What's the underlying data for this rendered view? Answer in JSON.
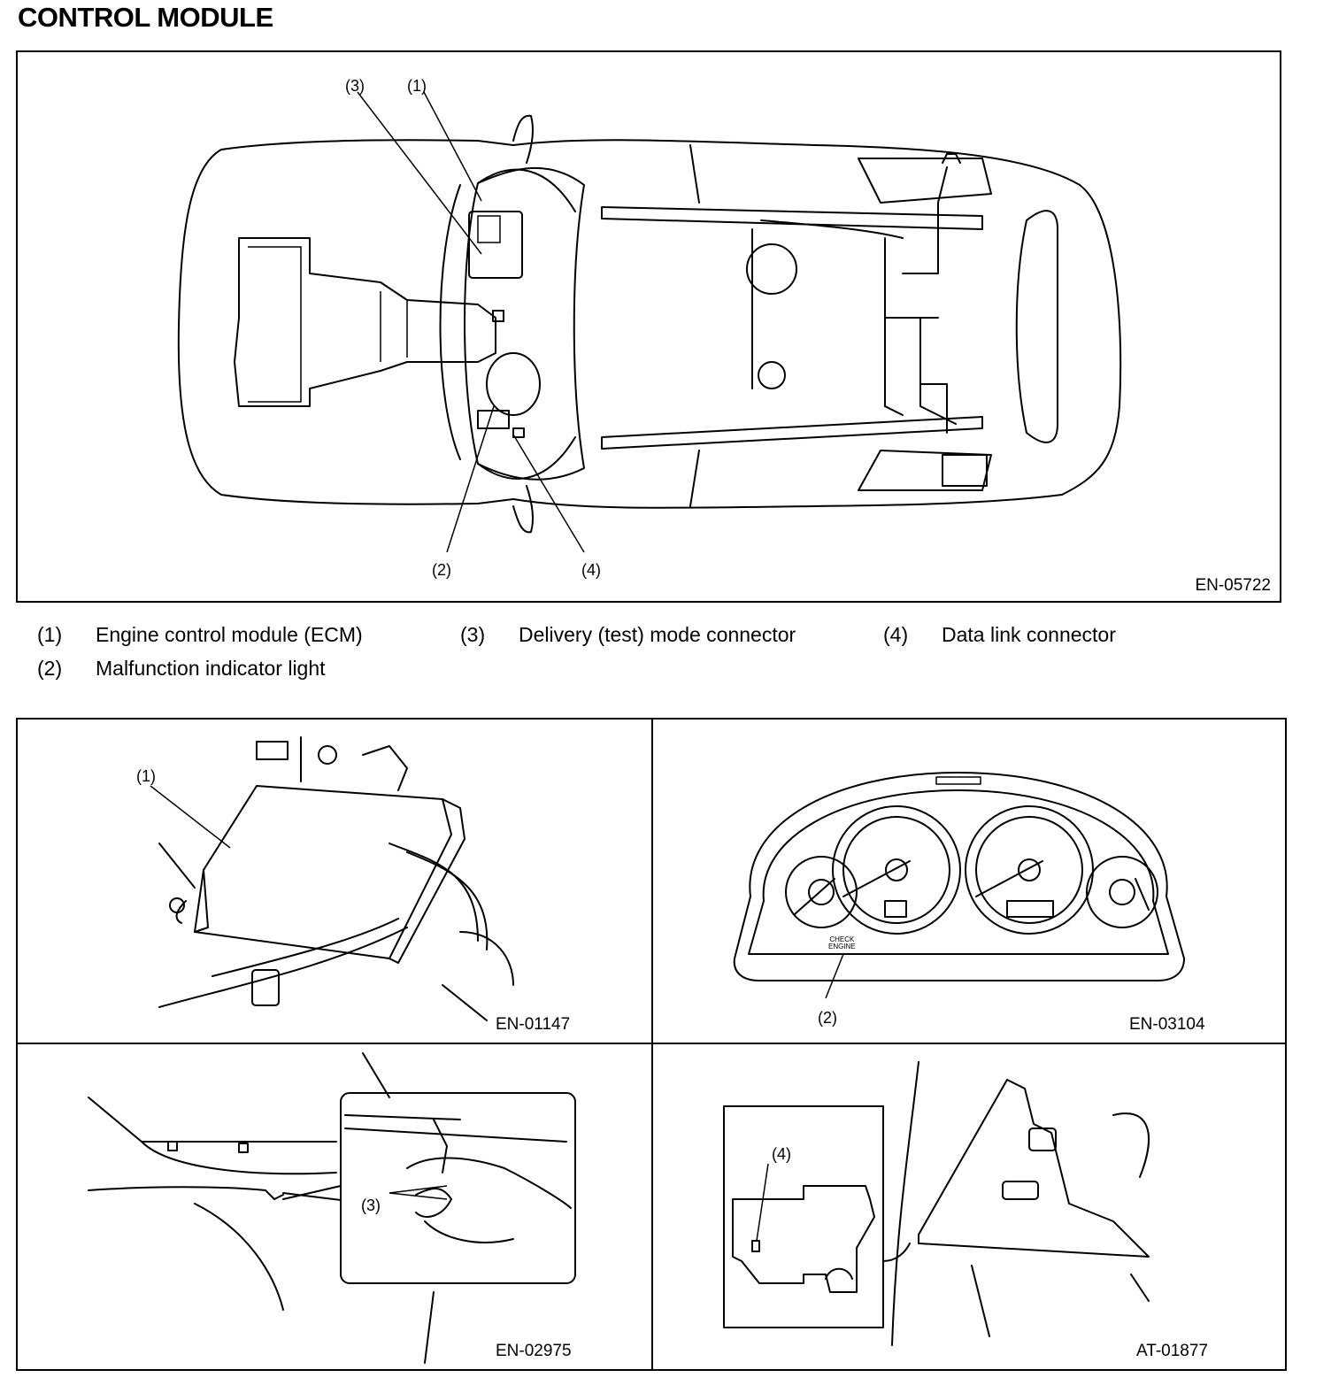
{
  "title": "CONTROL MODULE",
  "main_figure": {
    "figure_id": "EN-05722",
    "callouts": [
      "(3)",
      "(1)",
      "(2)",
      "(4)"
    ]
  },
  "legend": [
    {
      "num": "(1)",
      "text": "Engine control module (ECM)"
    },
    {
      "num": "(3)",
      "text": "Delivery (test) mode connector"
    },
    {
      "num": "(4)",
      "text": "Data link connector"
    },
    {
      "num": "(2)",
      "text": "Malfunction indicator light"
    }
  ],
  "panels": [
    {
      "figure_id": "EN-01147",
      "callout": "(1)"
    },
    {
      "figure_id": "EN-03104",
      "callout": "(2)",
      "gauge_text": [
        "CHECK",
        "ENGINE"
      ]
    },
    {
      "figure_id": "EN-02975",
      "callout": "(3)"
    },
    {
      "figure_id": "AT-01877",
      "callout": "(4)"
    }
  ]
}
